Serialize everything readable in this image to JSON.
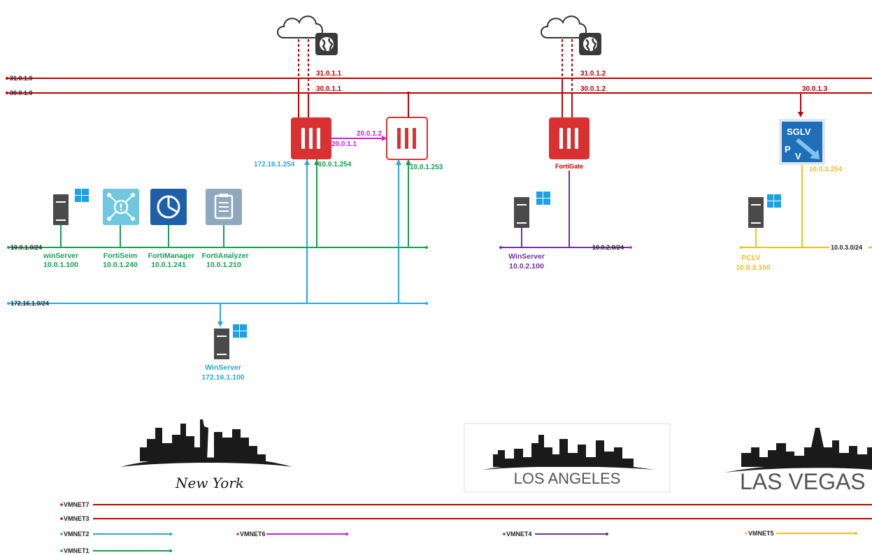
{
  "networks": {
    "net_31": "31.0.1.0",
    "net_30": "30.0.1.0",
    "net_10_0_1": "10.0.1.0/24",
    "net_172": "172.16.1.0/24",
    "net_10_0_2": "10.0.2.0/24",
    "net_10_0_3": "10.0.3.0/24"
  },
  "ny": {
    "fw1_wan1": "31.0.1.1",
    "fw1_wan2": "30.0.1.1",
    "fw1_link": "20.0.1.1",
    "fw2_link": "20.0.1.2",
    "fw1_dmz": "172.16.1.254",
    "fw1_lan": "10.0.1.254",
    "fw2_lan": "10.0.1.253",
    "servers": [
      {
        "name": "winServer",
        "ip": "10.0.1.100"
      },
      {
        "name": "FortiSeim",
        "ip": "10.0.1.240"
      },
      {
        "name": "FortiManager",
        "ip": "10.0.1.241"
      },
      {
        "name": "FortiAnalyzer",
        "ip": "10.0.1.210"
      }
    ],
    "dmz_server": {
      "name": "WinServer",
      "ip": "172.16.1.100"
    }
  },
  "la": {
    "fw_wan1": "31.0.1.2",
    "fw_wan2": "30.0.1.2",
    "fw_name": "FortiGate",
    "server": {
      "name": "WinServer",
      "ip": "10.0.2.100"
    }
  },
  "lv": {
    "wan": "30.0.1.3",
    "device_name": "SGLV",
    "lan": "10.0.3.254",
    "server": {
      "name": "PCLV",
      "ip": "10.0.3.100"
    }
  },
  "cities": {
    "la_text": "LOS ANGELES",
    "lv_text": "LAS VEGAS",
    "ny_script": "New York"
  },
  "legend": {
    "vmnet7": "VMNET7",
    "vmnet3": "VMNET3",
    "vmnet2": "VMNET2",
    "vmnet6": "VMNET6",
    "vmnet4": "VMNET4",
    "vmnet5": "VMNET5",
    "vmnet1": "VMNET1"
  },
  "colors": {
    "red": "#c00000",
    "green": "#14a050",
    "cyan": "#29a8d8",
    "purple": "#7030a0",
    "yellow": "#f0c020",
    "magenta": "#d020d0",
    "firewall": "#d93131"
  }
}
